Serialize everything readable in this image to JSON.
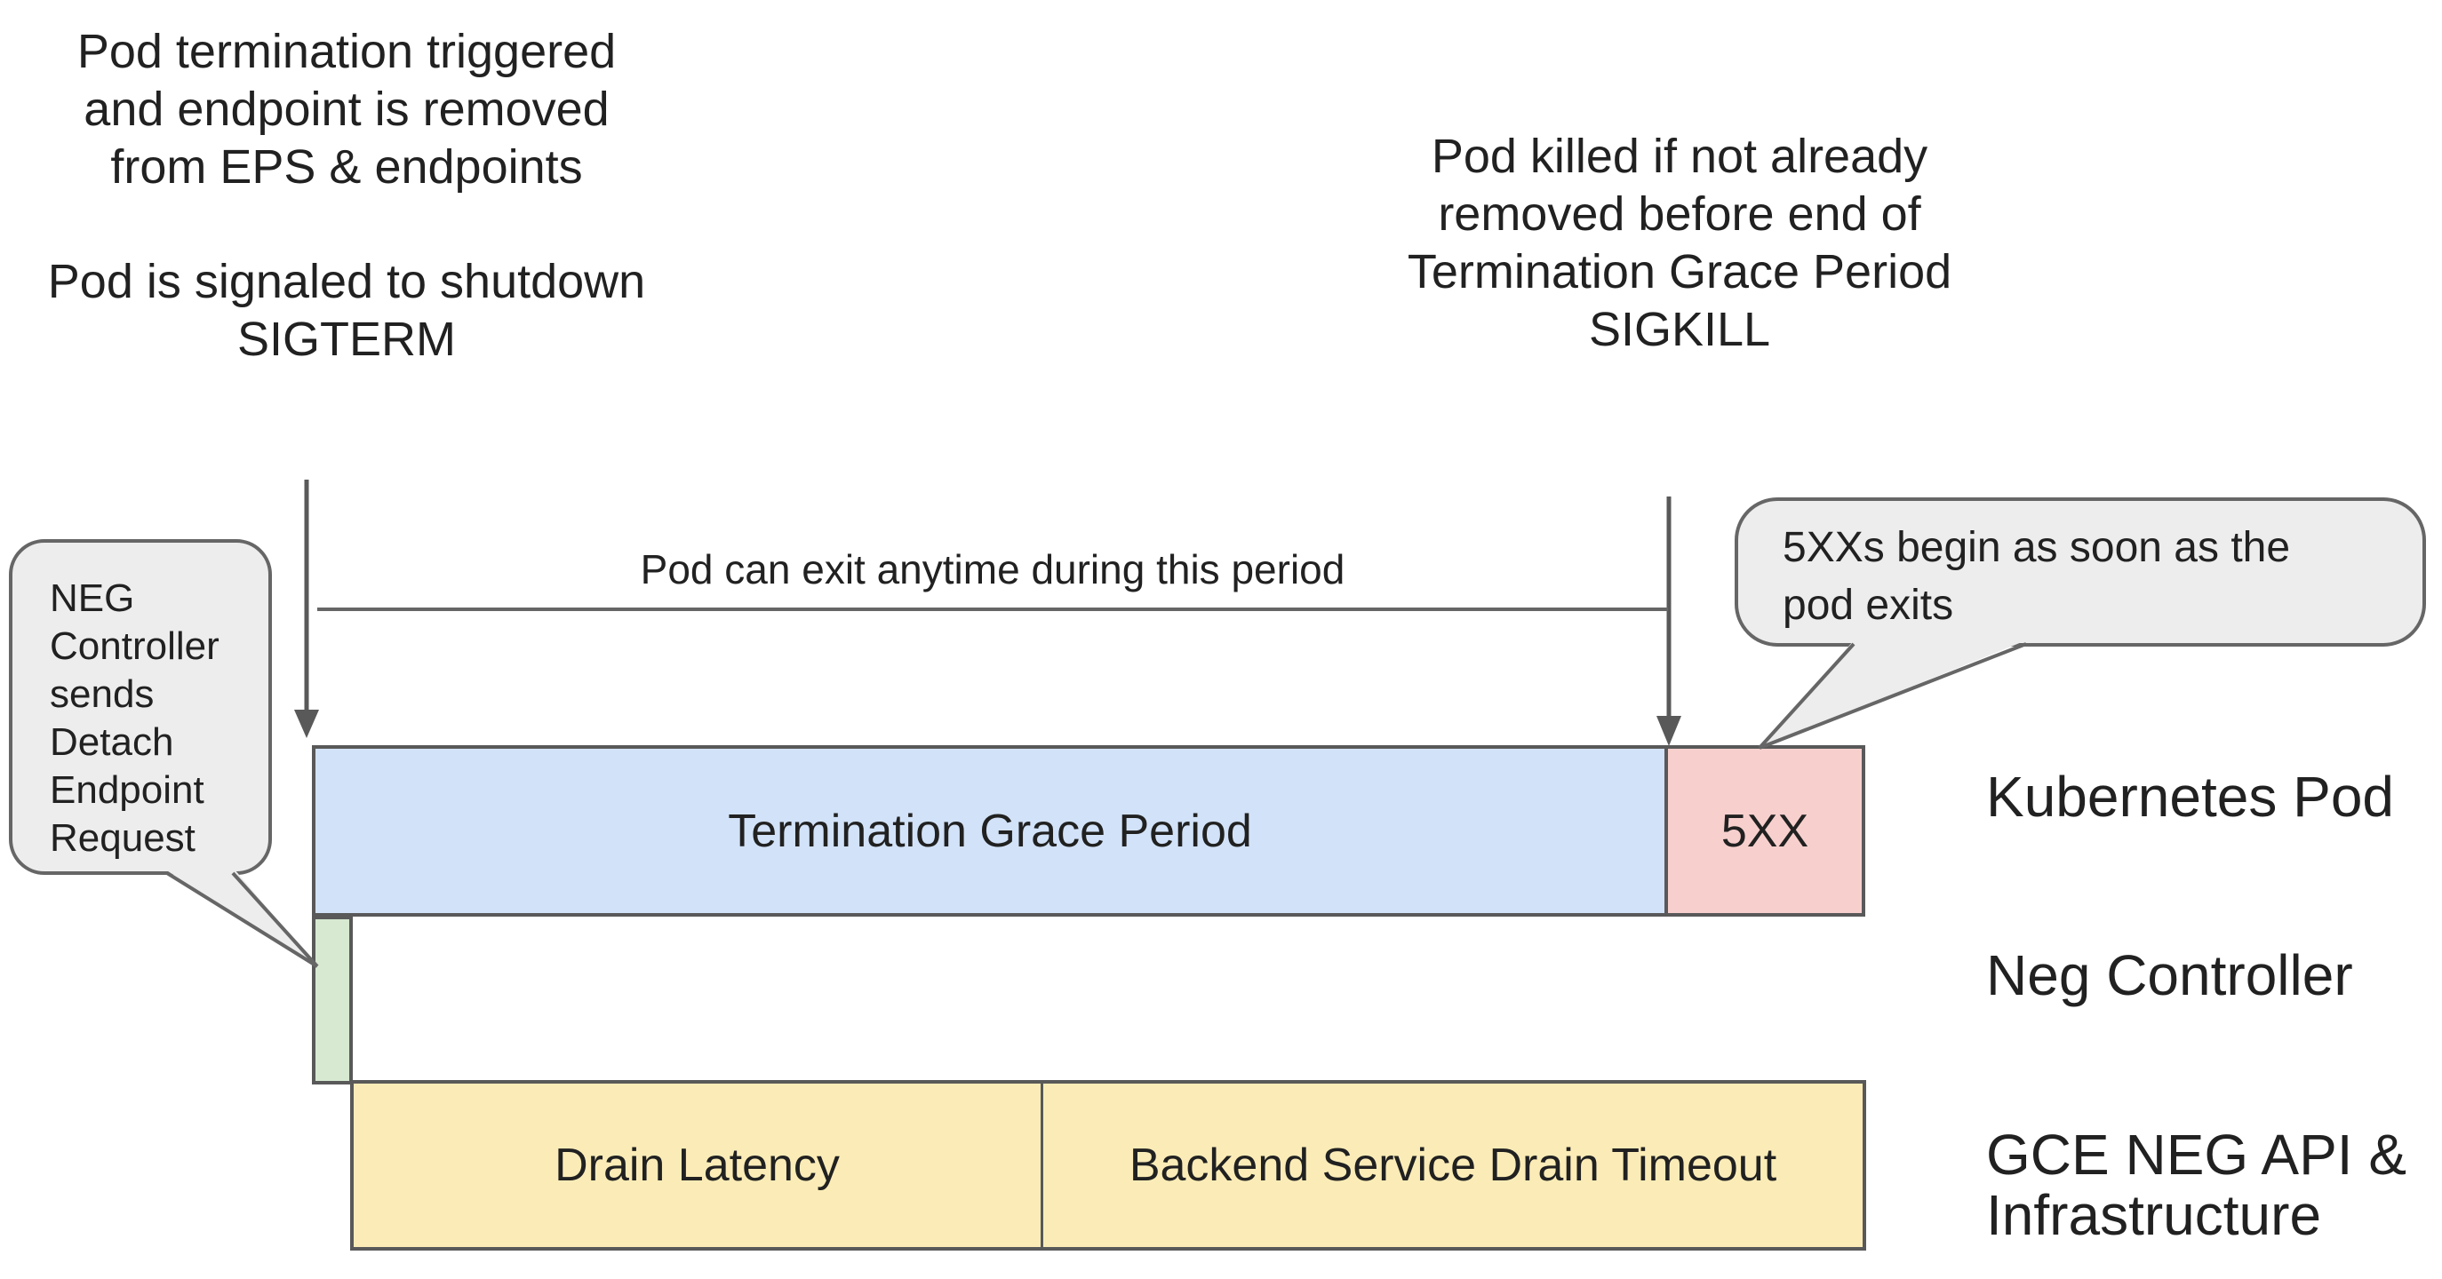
{
  "colors": {
    "bar_border": "#595959",
    "blue": "#d2e2f8",
    "pink": "#f7d0cd",
    "green": "#d7e9d1",
    "yellow": "#fbecb7",
    "bubble_fill": "#ededed",
    "bubble_border": "#666666",
    "arrow": "#595959",
    "text": "#212121"
  },
  "annotations": {
    "pod_termination": {
      "line1": "Pod termination triggered",
      "line2": "and endpoint is removed",
      "line3": "from EPS & endpoints"
    },
    "pod_signaled": {
      "line1": "Pod is signaled to shutdown",
      "line2": "SIGTERM"
    },
    "pod_killed": {
      "line1": "Pod killed if not already",
      "line2": "removed before end of",
      "line3": "Termination Grace Period",
      "line4": "SIGKILL"
    },
    "exit_period": "Pod can exit anytime during this period"
  },
  "callouts": {
    "neg_controller": {
      "text": "NEG Controller sends Detach Endpoint Request",
      "lines": [
        "NEG",
        "Controller",
        "sends",
        "Detach",
        "Endpoint",
        "Request"
      ]
    },
    "five_xx": {
      "text": "5XXs begin as soon as the pod exits",
      "lines": [
        "5XXs begin as soon as the",
        "pod exits"
      ]
    }
  },
  "timeline": {
    "kubernetes_pod": {
      "grace_period_label": "Termination Grace Period",
      "error_label": "5XX"
    },
    "gce": {
      "drain_latency_label": "Drain Latency",
      "drain_timeout_label": "Backend Service Drain Timeout"
    }
  },
  "row_labels": {
    "kubernetes_pod": "Kubernetes Pod",
    "neg_controller": "Neg Controller",
    "gce_line1": "GCE NEG API &",
    "gce_line2": "Infrastructure"
  }
}
